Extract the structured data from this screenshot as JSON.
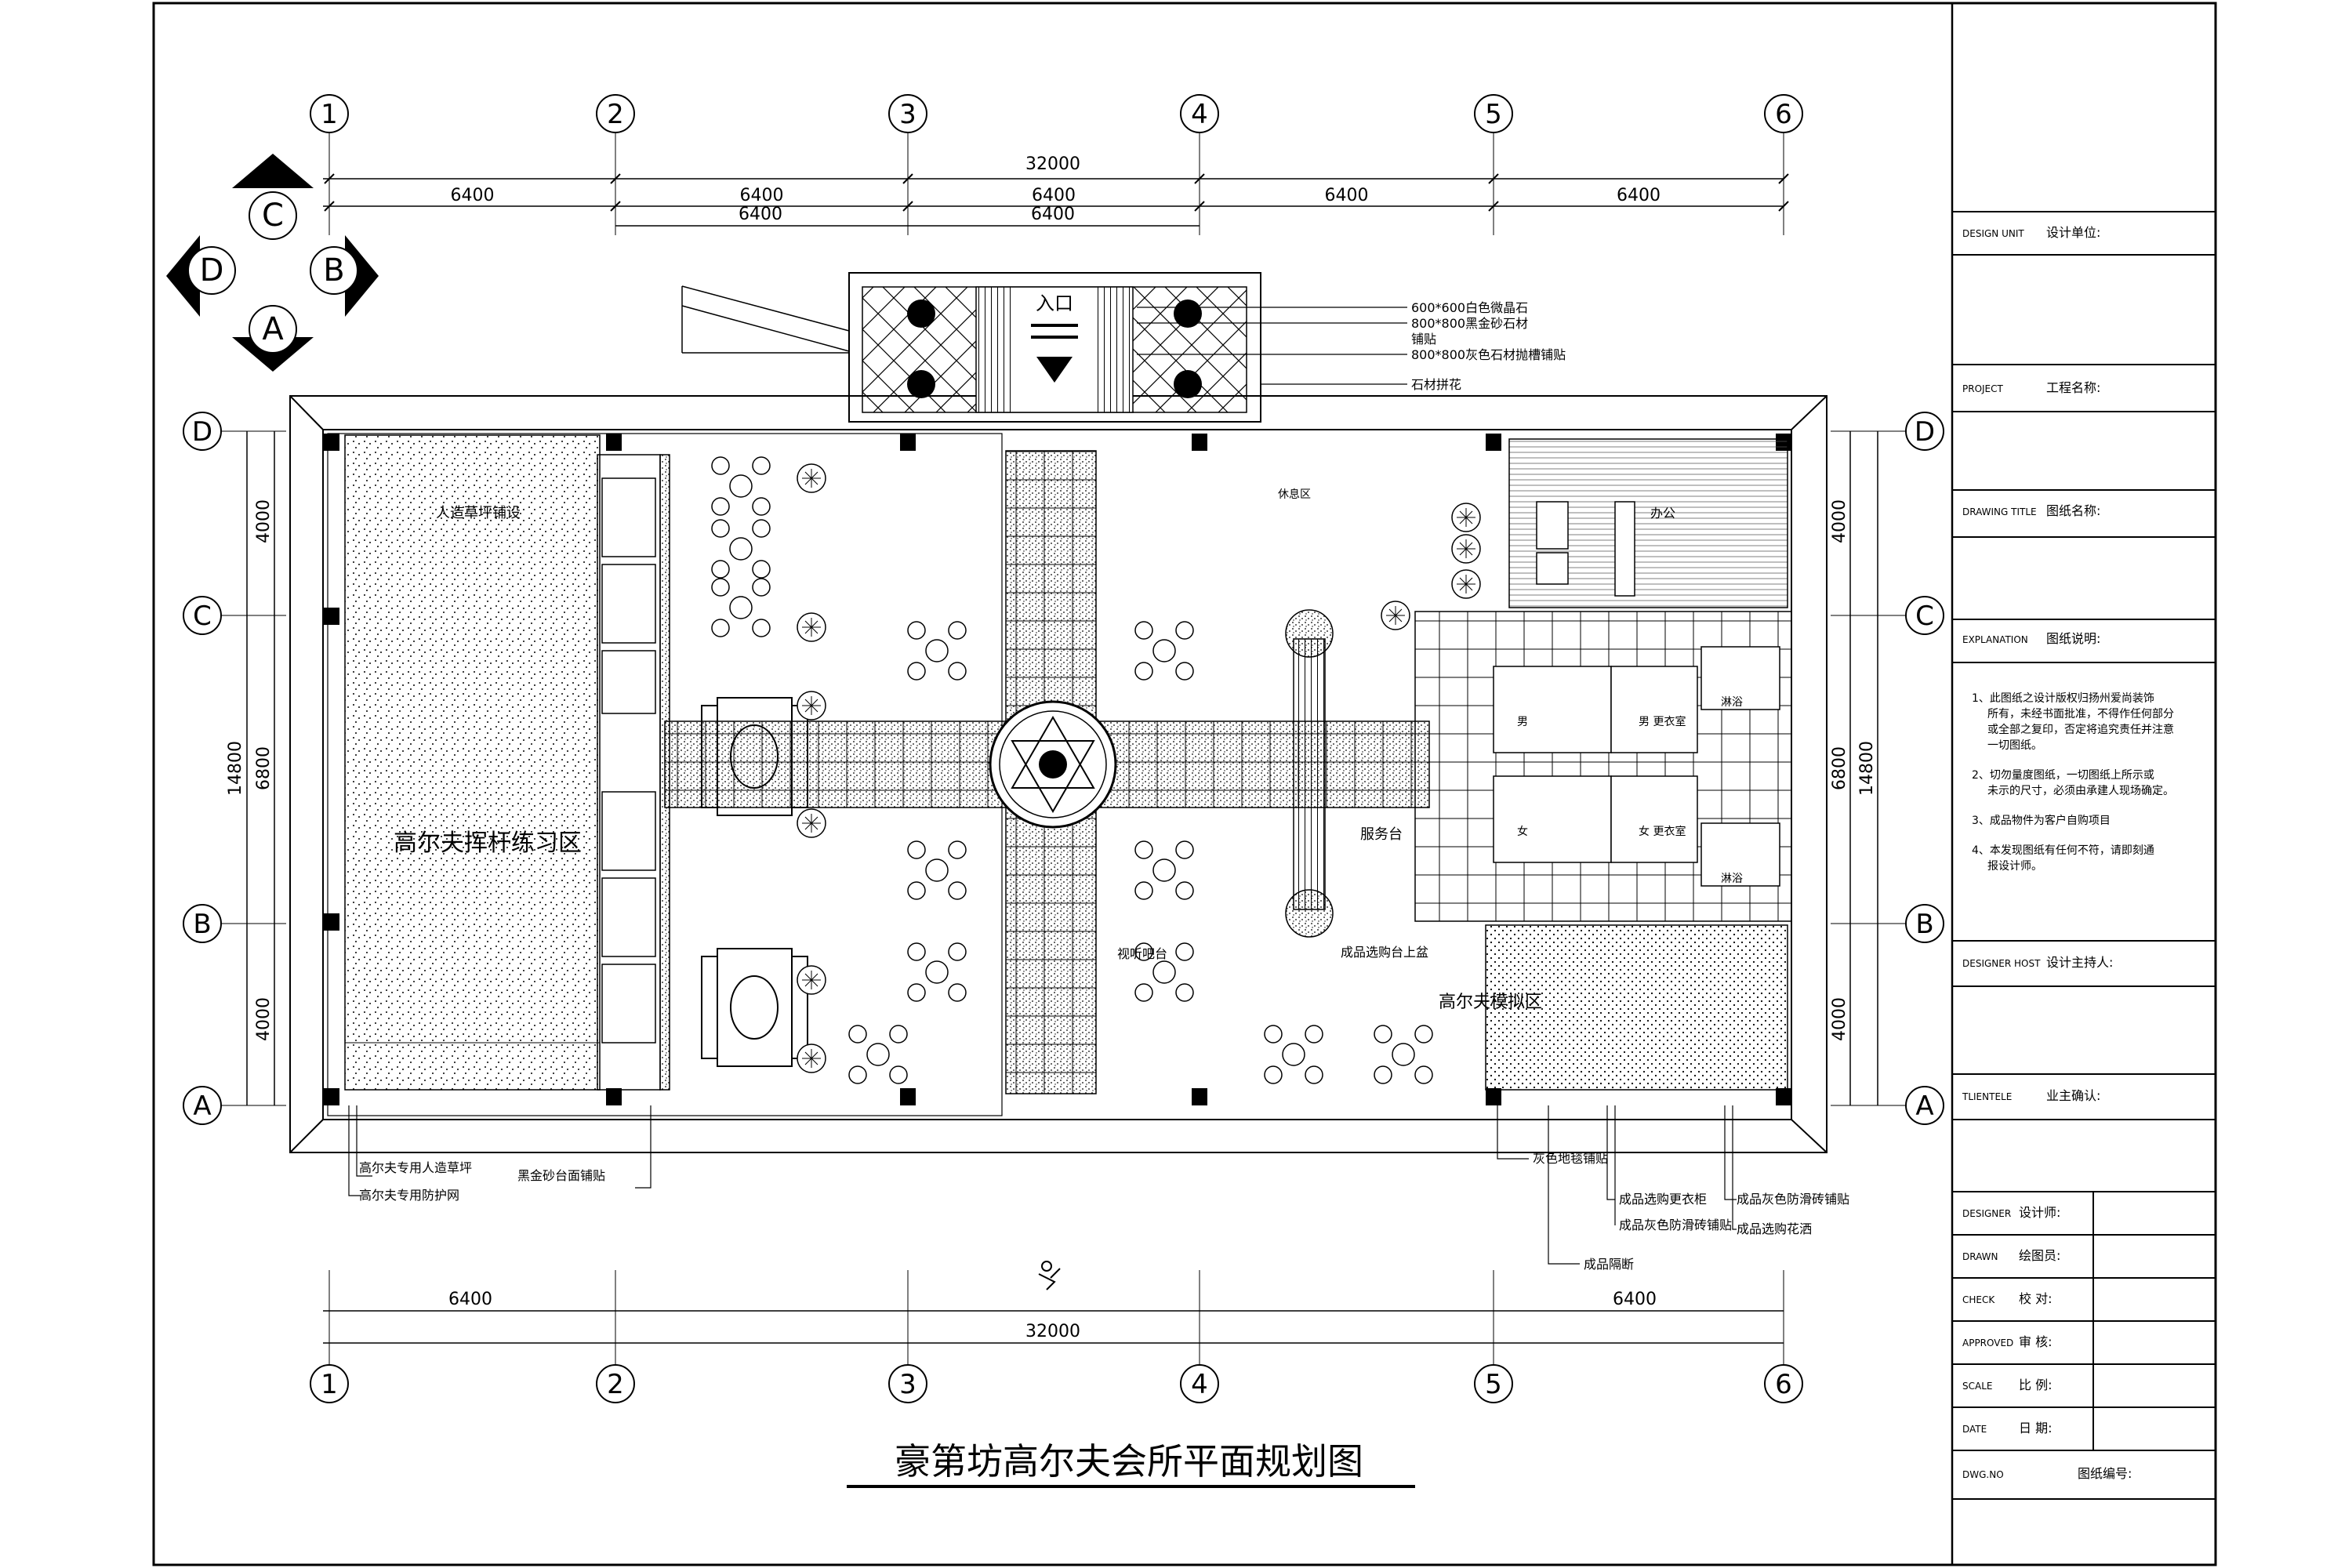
{
  "title": "豪第坊高尔夫会所平面规划图",
  "axes": {
    "columns": [
      "1",
      "2",
      "3",
      "4",
      "5",
      "6"
    ],
    "rows": [
      "D",
      "C",
      "B",
      "A"
    ]
  },
  "compass": {
    "top": "C",
    "left": "D",
    "right": "B",
    "bottom": "A"
  },
  "dimensions": {
    "total_top": "32000",
    "total_bottom": "32000",
    "bay_top": [
      "6400",
      "6400",
      "6400",
      "6400",
      "6400"
    ],
    "bay_top_second": [
      "6400",
      "6400"
    ],
    "bay_bottom": [
      "6400",
      "6400"
    ],
    "left_segments": [
      "4000",
      "6800",
      "4000"
    ],
    "left_total": "14800",
    "right_segments": [
      "4000",
      "6800",
      "4000"
    ],
    "right_total": "14800"
  },
  "entrance": {
    "label": "入口"
  },
  "rooms": {
    "practice": "高尔夫挥杆练习区",
    "practice_top": "人造草坪铺设",
    "simulator": "高尔夫模拟区",
    "service": "服务台",
    "office": "办公",
    "men": "男",
    "women": "女",
    "men_locker": "男 更衣室",
    "women_locker": "女 更衣室",
    "shower1": "淋浴",
    "shower2": "淋浴",
    "bar": "视听吧台",
    "rest": "休息区"
  },
  "notes_top": [
    "600*600白色微晶石",
    "800*800黑金砂石材",
    "铺贴",
    "800*800灰色石材抛槽铺贴",
    "石材拼花"
  ],
  "notes_bottom": [
    "高尔夫专用人造草坪",
    "高尔夫专用防护网",
    "黑金砂台面铺贴",
    "灰色地毯铺贴",
    "成品选购更衣柜",
    "成品灰色防滑砖铺贴",
    "成品隔断",
    "成品灰色防滑砖铺贴",
    "成品选购花洒",
    "成品选购台上盆"
  ],
  "title_block": [
    {
      "en": "DESIGN UNIT",
      "cn": "设计单位:"
    },
    {
      "en": "PROJECT",
      "cn": "工程名称:"
    },
    {
      "en": "DRAWING TITLE",
      "cn": "图纸名称:"
    },
    {
      "en": "EXPLANATION",
      "cn": "图纸说明:"
    },
    {
      "en": "DESIGNER HOST",
      "cn": "设计主持人:"
    },
    {
      "en": "TLIENTELE",
      "cn": "业主确认:"
    }
  ],
  "explanation": [
    "1、此图纸之设计版权归扬州爱尚装饰所有，未经书面批准，不得作任何部分或全部之复印，否定将追究责任并注意一切图纸。",
    "2、切勿量度图纸，一切图纸上所示或未示的尺寸，必须由承建人现场确定。",
    "3、成品物件为客户自购项目",
    "4、本发现图纸有任何不符，请即刻通报设计师。"
  ],
  "sign_rows": [
    {
      "en": "DESIGNER",
      "cn": "设计师:"
    },
    {
      "en": "DRAWN",
      "cn": "绘图员:"
    },
    {
      "en": "CHECK",
      "cn": "校 对:"
    },
    {
      "en": "APPROVED",
      "cn": "审 核:"
    },
    {
      "en": "SCALE",
      "cn": "比 例:"
    },
    {
      "en": "DATE",
      "cn": "日 期:"
    },
    {
      "en": "DWG.NO",
      "cn": "图纸编号:"
    }
  ]
}
